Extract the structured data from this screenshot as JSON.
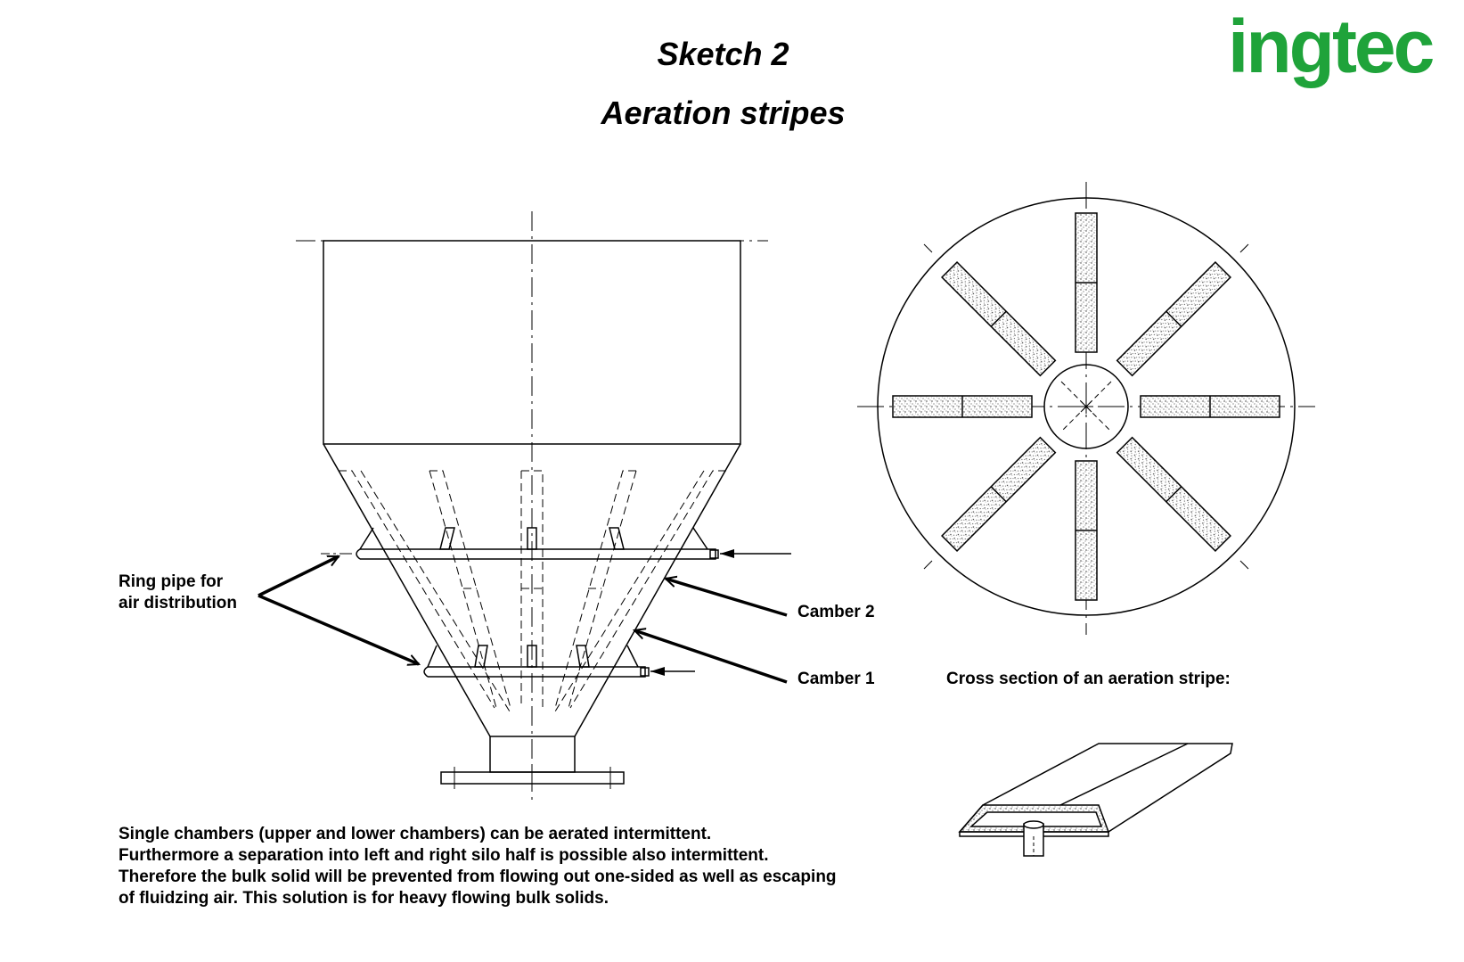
{
  "header": {
    "title": "Sketch 2",
    "subtitle": "Aeration stripes",
    "logo_text": "ingtec",
    "logo_color": "#1fa33a"
  },
  "labels": {
    "ring_pipe_line1": "Ring pipe for",
    "ring_pipe_line2": "air distribution",
    "camber2": "Camber 2",
    "camber1": "Camber 1",
    "cross_section": "Cross section of an aeration stripe:"
  },
  "description": {
    "lines": [
      "Single chambers (upper and lower chambers) can be aerated intermittent.",
      "Furthermore a separation into left and right silo half is possible also intermittent.",
      "Therefore the bulk solid will be prevented from flowing out one-sided as well as escaping",
      "of fluidzing air. This solution is for heavy flowing bulk solids."
    ]
  },
  "plan_view": {
    "stripe_count": 8
  }
}
